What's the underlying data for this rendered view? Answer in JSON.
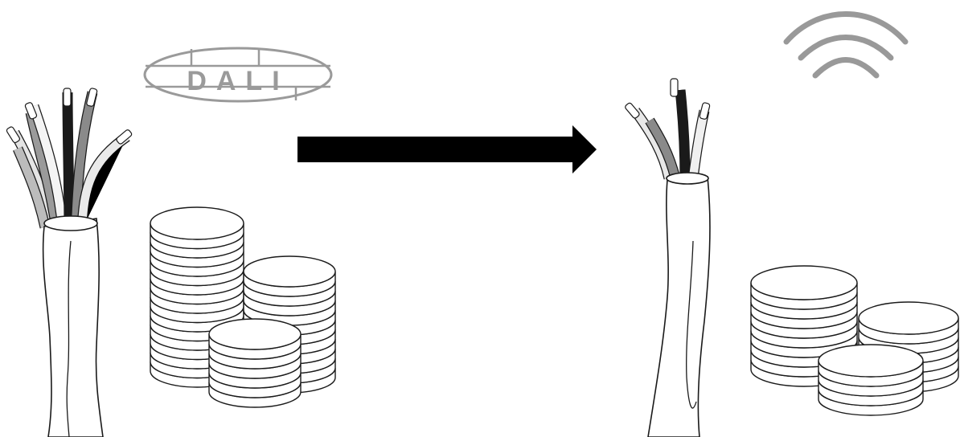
{
  "left_panel": {
    "logo_text": "DALI",
    "cable_wires": 7,
    "coin_stacks": [
      {
        "name": "left-coins-back-left",
        "coins": 16
      },
      {
        "name": "left-coins-back-right",
        "coins": 11
      },
      {
        "name": "left-coins-front",
        "coins": 6
      }
    ]
  },
  "arrow": {
    "direction": "right",
    "color": "#000000"
  },
  "right_panel": {
    "icon": "wireless-signal-icon",
    "cable_wires": 4,
    "coin_stacks": [
      {
        "name": "right-coins-back-left",
        "coins": 9
      },
      {
        "name": "right-coins-back-right",
        "coins": 6
      },
      {
        "name": "right-coins-front",
        "coins": 4
      }
    ]
  },
  "colors": {
    "line": "#1a1a1a",
    "wire_gray": "#8a8a8a",
    "wire_light": "#d8d8d8",
    "wire_black": "#1a1a1a",
    "logo_gray": "#9a9a9a",
    "signal_gray": "#999999"
  }
}
